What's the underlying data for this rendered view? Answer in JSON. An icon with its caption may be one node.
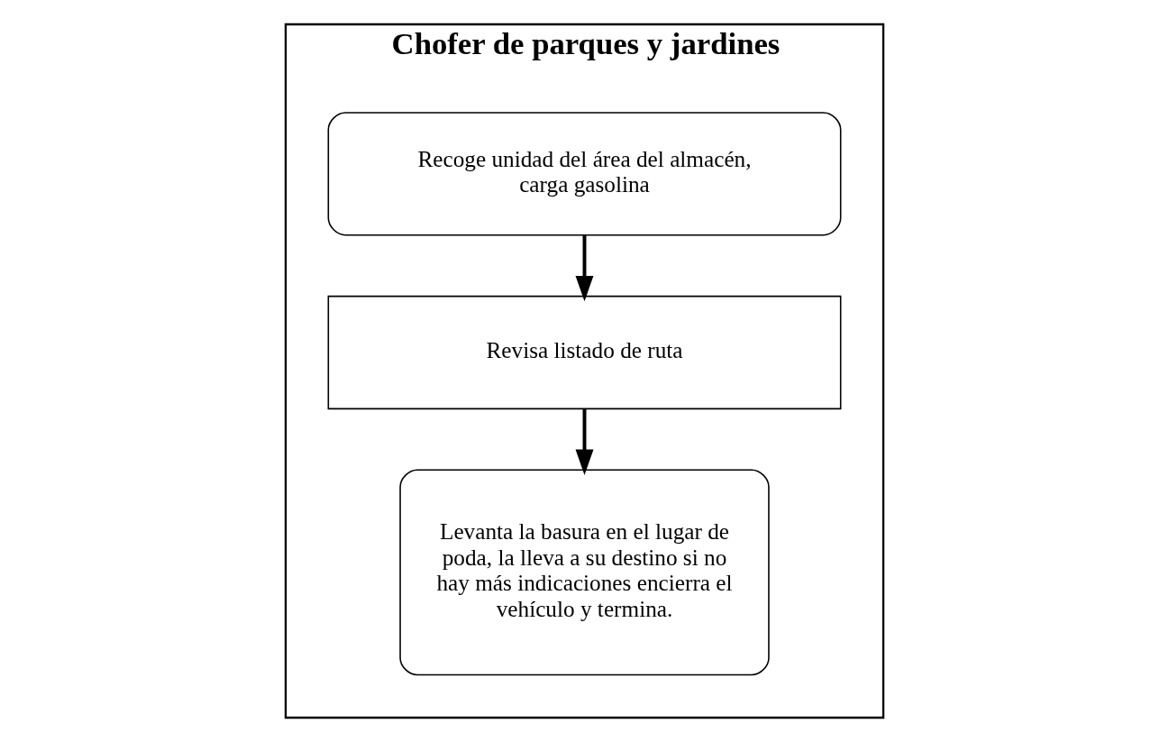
{
  "diagram": {
    "nodes": [
      {
        "text": [
          "Chofer de parques y jardines"
        ]
      },
      {
        "text": [
          "Recoge unidad del área del almacén, carga gasolina"
        ],
        "in": 0
      },
      {
        "text": [
          "Revisa listado de ruta"
        ],
        "in": 0
      },
      {
        "text": [
          "Levanta la basura en el lugar de poda, la lleva a su destino si no hay más indicaciones encierra el vehículo y termina."
        ],
        "in": 0
      }
    ],
    "edges": [
      {
        "from": 1,
        "to": 2,
        "arrow": "to"
      },
      {
        "from": 2,
        "to": 3,
        "arrow": "to"
      }
    ]
  }
}
